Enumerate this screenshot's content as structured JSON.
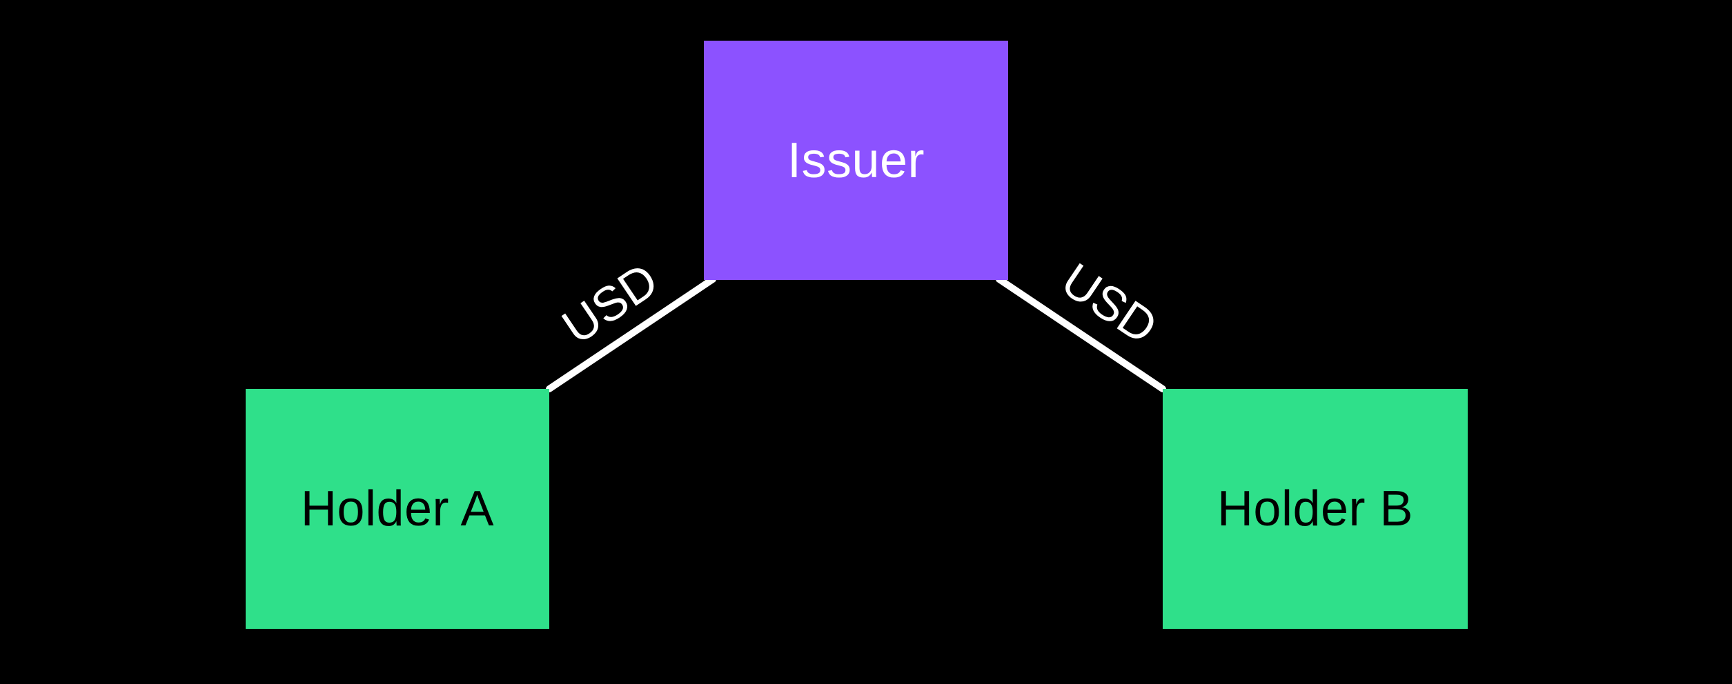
{
  "diagram": {
    "background_color": "#000000",
    "line_color": "#FFFFFF",
    "nodes": {
      "issuer": {
        "label": "Issuer",
        "fill": "#8C52FF",
        "text_color": "#FFFFFF"
      },
      "holder_a": {
        "label": "Holder A",
        "fill": "#2FE08A",
        "text_color": "#000000"
      },
      "holder_b": {
        "label": "Holder B",
        "fill": "#2FE08A",
        "text_color": "#000000"
      }
    },
    "edges": [
      {
        "from": "Issuer",
        "to": "Holder A",
        "label": "USD"
      },
      {
        "from": "Issuer",
        "to": "Holder B",
        "label": "USD"
      }
    ]
  }
}
